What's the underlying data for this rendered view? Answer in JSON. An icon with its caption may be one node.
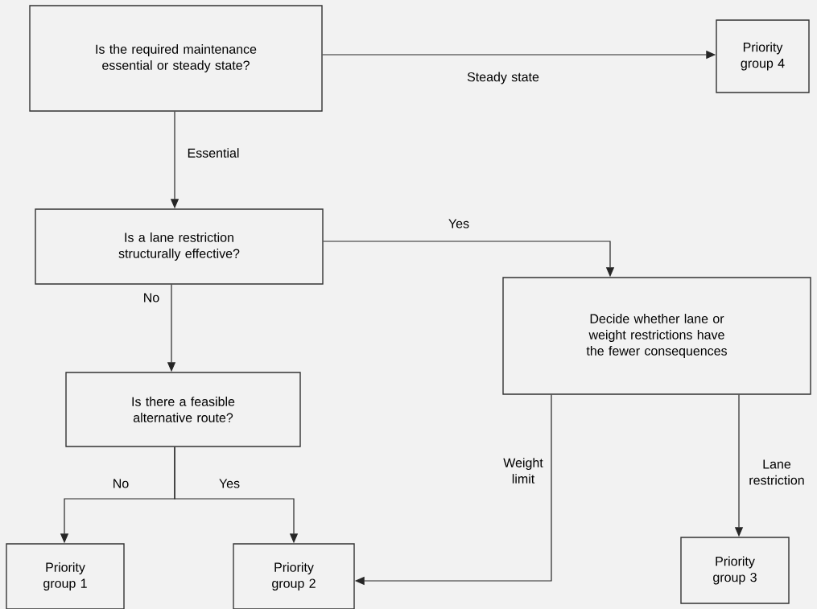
{
  "diagram": {
    "nodes": [
      {
        "text": [
          "Is the required maintenance essential or steady state?"
        ]
      },
      {
        "text": [
          "Priority group 4"
        ]
      },
      {
        "text": [
          "Is a lane restriction structurally effective?"
        ]
      },
      {
        "text": [
          "Decide whether lane or weight restrictions have the fewer consequences"
        ]
      },
      {
        "text": [
          "Is there a feasible alternative route?"
        ]
      },
      {
        "text": [
          "Priority group 1"
        ]
      },
      {
        "text": [
          "Priority group 2"
        ]
      },
      {
        "text": [
          "Priority group 3"
        ]
      }
    ],
    "edges": [
      {
        "from": 0,
        "to": 1,
        "arrow": "to",
        "label": "Steady state"
      },
      {
        "from": 0,
        "to": 2,
        "arrow": "to",
        "label": "Essential"
      },
      {
        "from": 2,
        "to": 3,
        "arrow": "to",
        "label": "Yes"
      },
      {
        "from": 2,
        "to": 4,
        "arrow": "to",
        "label": "No"
      },
      {
        "from": 4,
        "to": 5,
        "arrow": "to",
        "label": "No"
      },
      {
        "from": 4,
        "to": 6,
        "arrow": "to",
        "label": "Yes"
      },
      {
        "from": 3,
        "to": 6,
        "arrow": "to",
        "label": "Weight limit"
      },
      {
        "from": 3,
        "to": 7,
        "arrow": "to",
        "label": "Lane restriction"
      }
    ]
  }
}
